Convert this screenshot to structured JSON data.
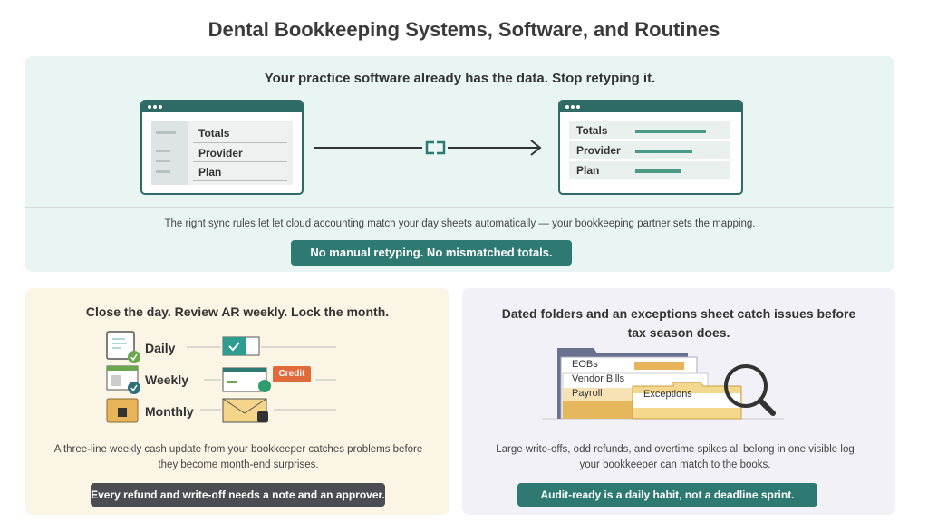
{
  "title": "Dental Bookkeeping Systems, Software, and Routines",
  "sync": {
    "heading": "Your practice software already has the data. Stop retyping it.",
    "left_fields": [
      "Totals",
      "Provider",
      "Plan"
    ],
    "right_fields": [
      "Totals",
      "Provider",
      "Plan"
    ],
    "caption": "The right sync rules let let cloud accounting match your day sheets automatically — your bookkeeping partner sets the mapping.",
    "pill": "No manual retyping. No mismatched totals.",
    "accent": "#2e7a72"
  },
  "routine": {
    "heading": "Close the day. Review AR weekly. Lock the month.",
    "rows": [
      "Daily",
      "Weekly",
      "Monthly"
    ],
    "credit_tag": "Credit",
    "caption": "A three-line weekly cash update from your bookkeeper catches problems before they become month-end surprises.",
    "pill": "Every refund and write-off needs a note and an approver."
  },
  "folders": {
    "heading": "Dated folders and an exceptions sheet catch issues before tax season does.",
    "tabs": [
      "EOBs",
      "Vendor Bills",
      "Payroll",
      "Exceptions"
    ],
    "caption": "Large write-offs, odd refunds, and overtime spikes all belong in one visible log your bookkeeper can match to the books.",
    "pill": "Audit-ready is a daily habit, not a deadline sprint."
  }
}
